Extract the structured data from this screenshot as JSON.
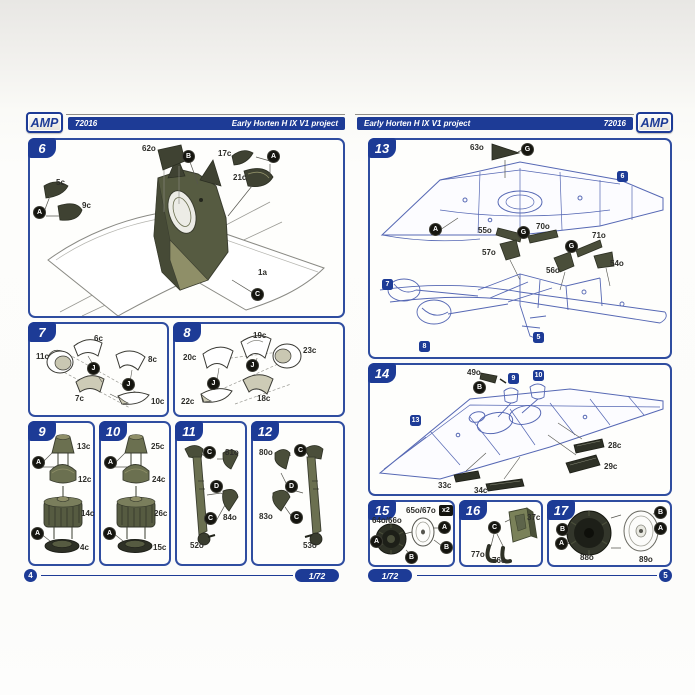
{
  "colors": {
    "brand_blue": "#1d3b96",
    "panel_border_blue": "#2f4da0",
    "lineart_blue": "#5668b4",
    "olive_dark": "#3a3d2f",
    "olive_mid": "#565b41",
    "khaki_light": "#8f8f68",
    "paper_white": "#fcfcfa"
  },
  "header_left": {
    "brand": "AMP",
    "kit_number": "72016",
    "title": "Early Horten H IX V1 project"
  },
  "header_right": {
    "brand": "AMP",
    "kit_number": "72016",
    "title": "Early Horten H IX V1 project"
  },
  "footer_left": {
    "page_number": "4",
    "scale": "1/72"
  },
  "footer_right": {
    "page_number": "5",
    "scale": "1/72"
  },
  "steps": {
    "s6": {
      "num": "6",
      "parts": {
        "p5c": "5c",
        "p9c": "9c",
        "p62o": "62o",
        "p17c": "17c",
        "p21c": "21c",
        "p1a": "1a"
      },
      "markers": {
        "a1": "A",
        "b1": "B",
        "a2": "A",
        "c1": "C"
      }
    },
    "s7": {
      "num": "7",
      "parts": {
        "p11c": "11c",
        "p6c": "6c",
        "p8c": "8c",
        "p7c": "7c",
        "p10c": "10c"
      },
      "markers": {
        "j1": "J",
        "j2": "J"
      }
    },
    "s8": {
      "num": "8",
      "parts": {
        "p20c": "20c",
        "p19c": "19c",
        "p23c": "23c",
        "p22c": "22c",
        "p18c": "18c"
      },
      "markers": {
        "j1": "J",
        "j2": "J"
      }
    },
    "s9": {
      "num": "9",
      "parts": {
        "p13c": "13c",
        "p12c": "12c",
        "p14c": "14c",
        "p4c": "4c"
      },
      "markers": {
        "a1": "A",
        "a2": "A"
      }
    },
    "s10": {
      "num": "10",
      "parts": {
        "p25c": "25c",
        "p24c": "24c",
        "p26c": "26c",
        "p15c": "15c"
      },
      "markers": {
        "a1": "A",
        "a2": "A"
      }
    },
    "s11": {
      "num": "11",
      "parts": {
        "p81o": "81o",
        "p84o": "84o",
        "p52o": "52o"
      },
      "markers": {
        "c1": "C",
        "d1": "D",
        "c2": "C"
      }
    },
    "s12": {
      "num": "12",
      "parts": {
        "p80o": "80o",
        "p83o": "83o",
        "p53o": "53o"
      },
      "markers": {
        "c1": "C",
        "d1": "D",
        "c2": "C"
      }
    },
    "s13": {
      "num": "13",
      "parts": {
        "p63o": "63o",
        "p55o": "55o",
        "p57o": "57o",
        "p70o": "70o",
        "p56o": "56o",
        "p71o": "71o",
        "p54o": "54o"
      },
      "markers": {
        "g1": "G",
        "a1": "A",
        "g2": "G",
        "g3": "G"
      },
      "refs": {
        "r6": "6",
        "r7": "7",
        "r8": "8",
        "r5": "5"
      }
    },
    "s14": {
      "num": "14",
      "parts": {
        "p49o": "49o",
        "p28c": "28c",
        "p29c": "29c",
        "p33c": "33c",
        "p34c": "34c"
      },
      "markers": {
        "b1": "B"
      },
      "refs": {
        "r9": "9",
        "r10": "10",
        "r13": "13"
      }
    },
    "s15": {
      "num": "15",
      "parts": {
        "wheel_hub": "65o/67o",
        "tire": "64o/66o"
      },
      "quantity_badge": "x2",
      "markers": {
        "a1": "A",
        "b1": "B",
        "a2": "A",
        "b2": "B"
      }
    },
    "s16": {
      "num": "16",
      "parts": {
        "p37c": "37c",
        "p77o": "77o",
        "p76o": "76o"
      },
      "markers": {
        "c1": "C"
      }
    },
    "s17": {
      "num": "17",
      "parts": {
        "p88o": "88o",
        "p89o": "89o"
      },
      "markers": {
        "b1": "B",
        "a1": "A",
        "b2": "B",
        "a2": "A"
      }
    }
  }
}
